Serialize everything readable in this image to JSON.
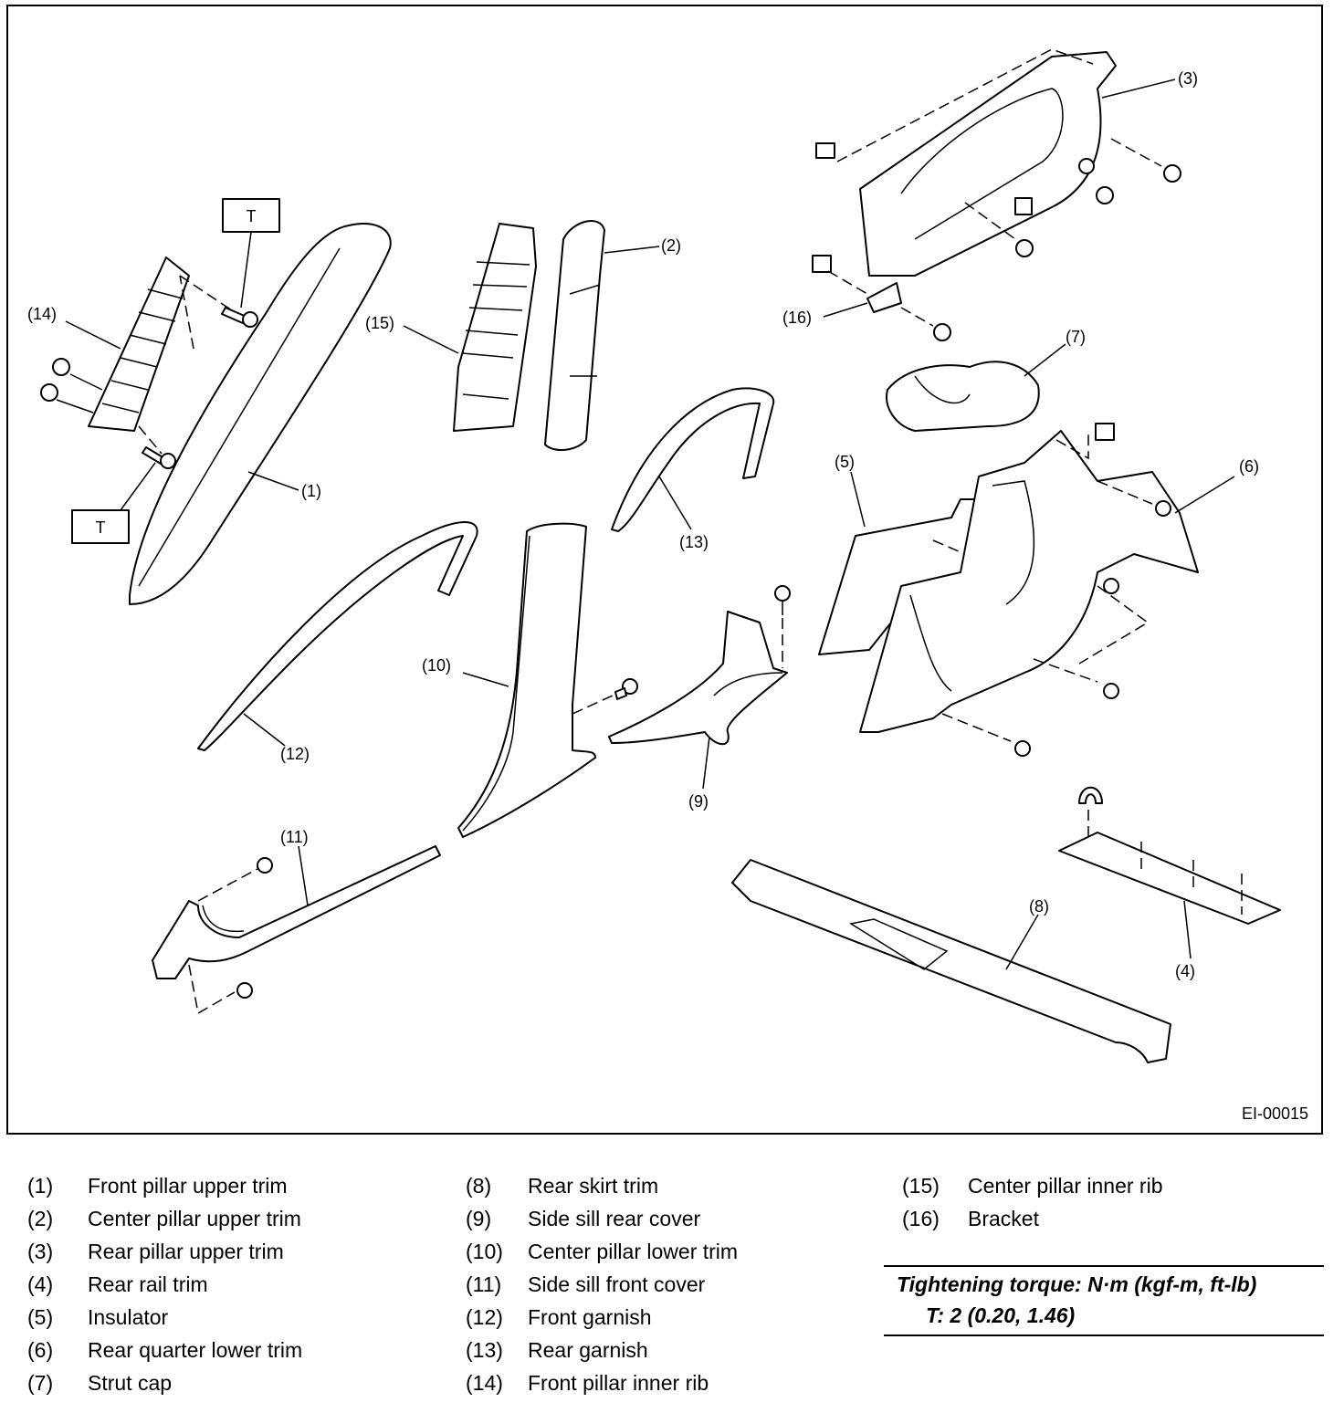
{
  "figure_id": "EI-00015",
  "callouts": {
    "c1": "(1)",
    "c2": "(2)",
    "c3": "(3)",
    "c4": "(4)",
    "c5": "(5)",
    "c6": "(6)",
    "c7": "(7)",
    "c8": "(8)",
    "c9": "(9)",
    "c10": "(10)",
    "c11": "(11)",
    "c12": "(12)",
    "c13": "(13)",
    "c14": "(14)",
    "c15": "(15)",
    "c16": "(16)"
  },
  "torque_marker": "T",
  "legend": [
    {
      "num": "(1)",
      "label": "Front pillar upper trim"
    },
    {
      "num": "(2)",
      "label": "Center pillar upper trim"
    },
    {
      "num": "(3)",
      "label": "Rear pillar upper trim"
    },
    {
      "num": "(4)",
      "label": "Rear rail trim"
    },
    {
      "num": "(5)",
      "label": "Insulator"
    },
    {
      "num": "(6)",
      "label": "Rear quarter lower trim"
    },
    {
      "num": "(7)",
      "label": "Strut cap"
    },
    {
      "num": "(8)",
      "label": "Rear skirt trim"
    },
    {
      "num": "(9)",
      "label": "Side sill rear cover"
    },
    {
      "num": "(10)",
      "label": "Center pillar lower trim"
    },
    {
      "num": "(11)",
      "label": "Side sill front cover"
    },
    {
      "num": "(12)",
      "label": "Front garnish"
    },
    {
      "num": "(13)",
      "label": "Rear garnish"
    },
    {
      "num": "(14)",
      "label": "Front pillar inner rib"
    },
    {
      "num": "(15)",
      "label": "Center pillar inner rib"
    },
    {
      "num": "(16)",
      "label": "Bracket"
    }
  ],
  "torque": {
    "title": "Tightening torque: N·m (kgf-m, ft-lb)",
    "line": "T:   2 (0.20, 1.46)"
  }
}
